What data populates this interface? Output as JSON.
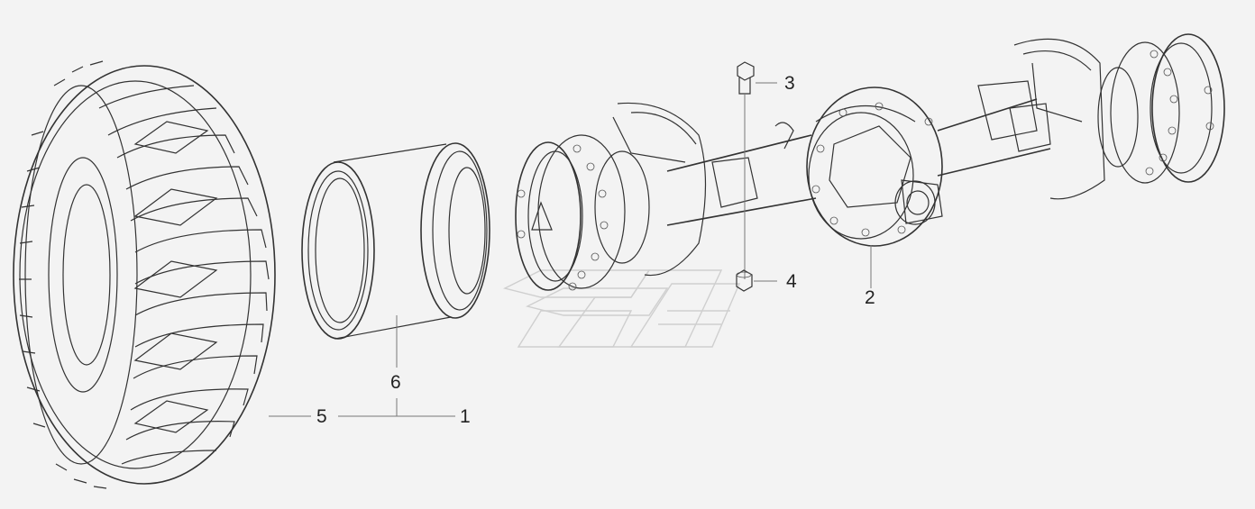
{
  "callouts": {
    "c1": "1",
    "c2": "2",
    "c3": "3",
    "c4": "4",
    "c5": "5",
    "c6": "6"
  },
  "icons": {
    "tire": "tire-icon",
    "rim": "wheel-rim-icon",
    "axle": "drive-axle-icon",
    "bolt": "bolt-icon",
    "nut": "nut-icon",
    "watermark": "watermark-logo"
  }
}
